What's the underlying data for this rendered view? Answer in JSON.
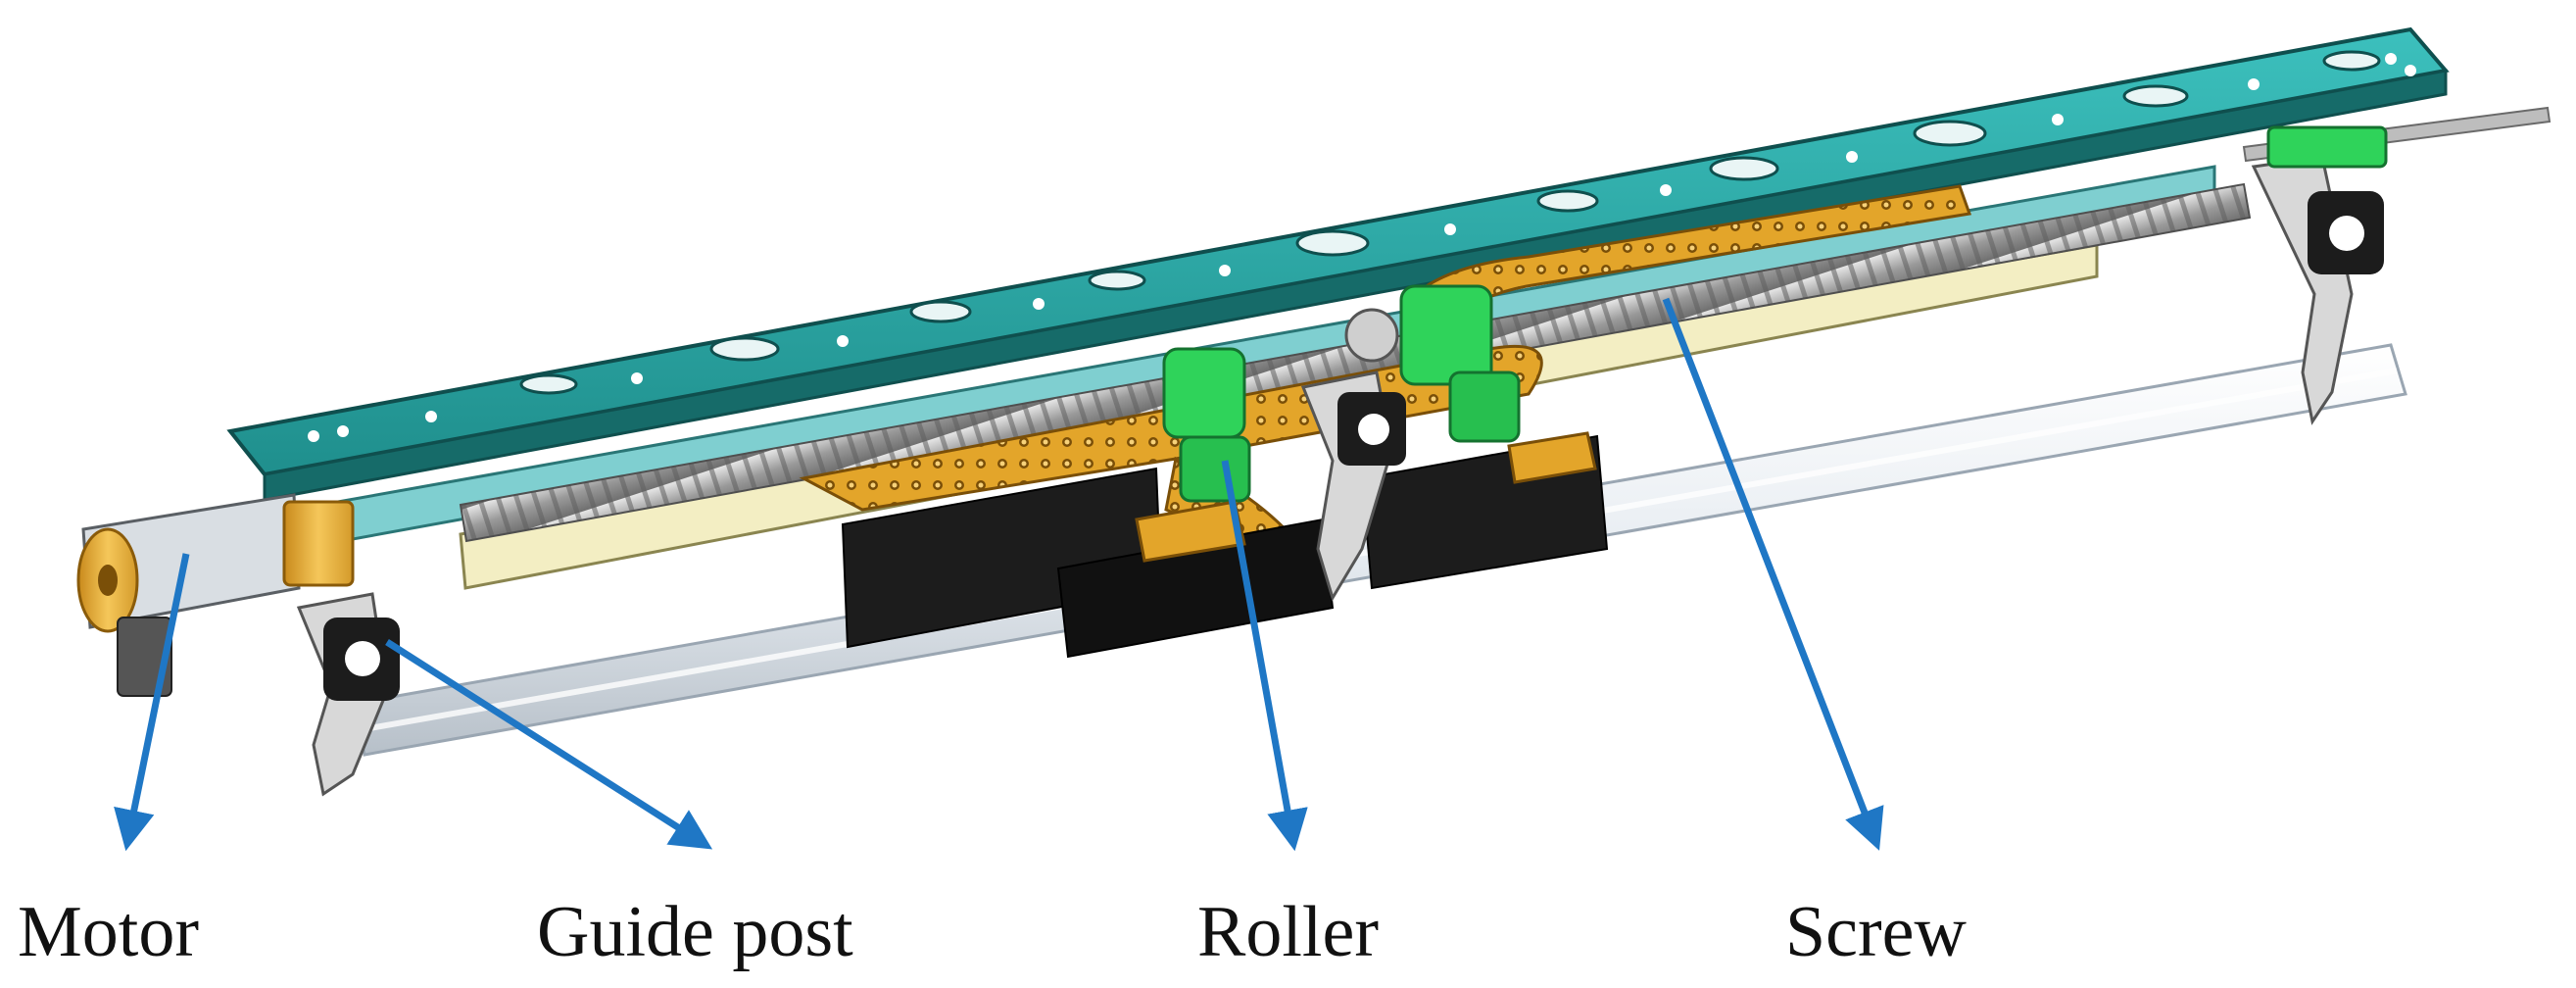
{
  "labels": {
    "motor": "Motor",
    "guide_post": "Guide post",
    "roller": "Roller",
    "screw": "Screw"
  },
  "colors": {
    "plate": "#2aa3a1",
    "plate_edge": "#1b6f6e",
    "housing": "#f3eec3",
    "screw": "#a8a8a8",
    "chain": "#e3a52a",
    "chain_links": "#b77a10",
    "roller": "#2fd35a",
    "slider": "#1c1c1c",
    "rod": "#e8edf2",
    "motor_brass": "#e8b13a",
    "bracket": "#d8d8d8",
    "arrow": "#1f77c5",
    "text": "#111111"
  }
}
